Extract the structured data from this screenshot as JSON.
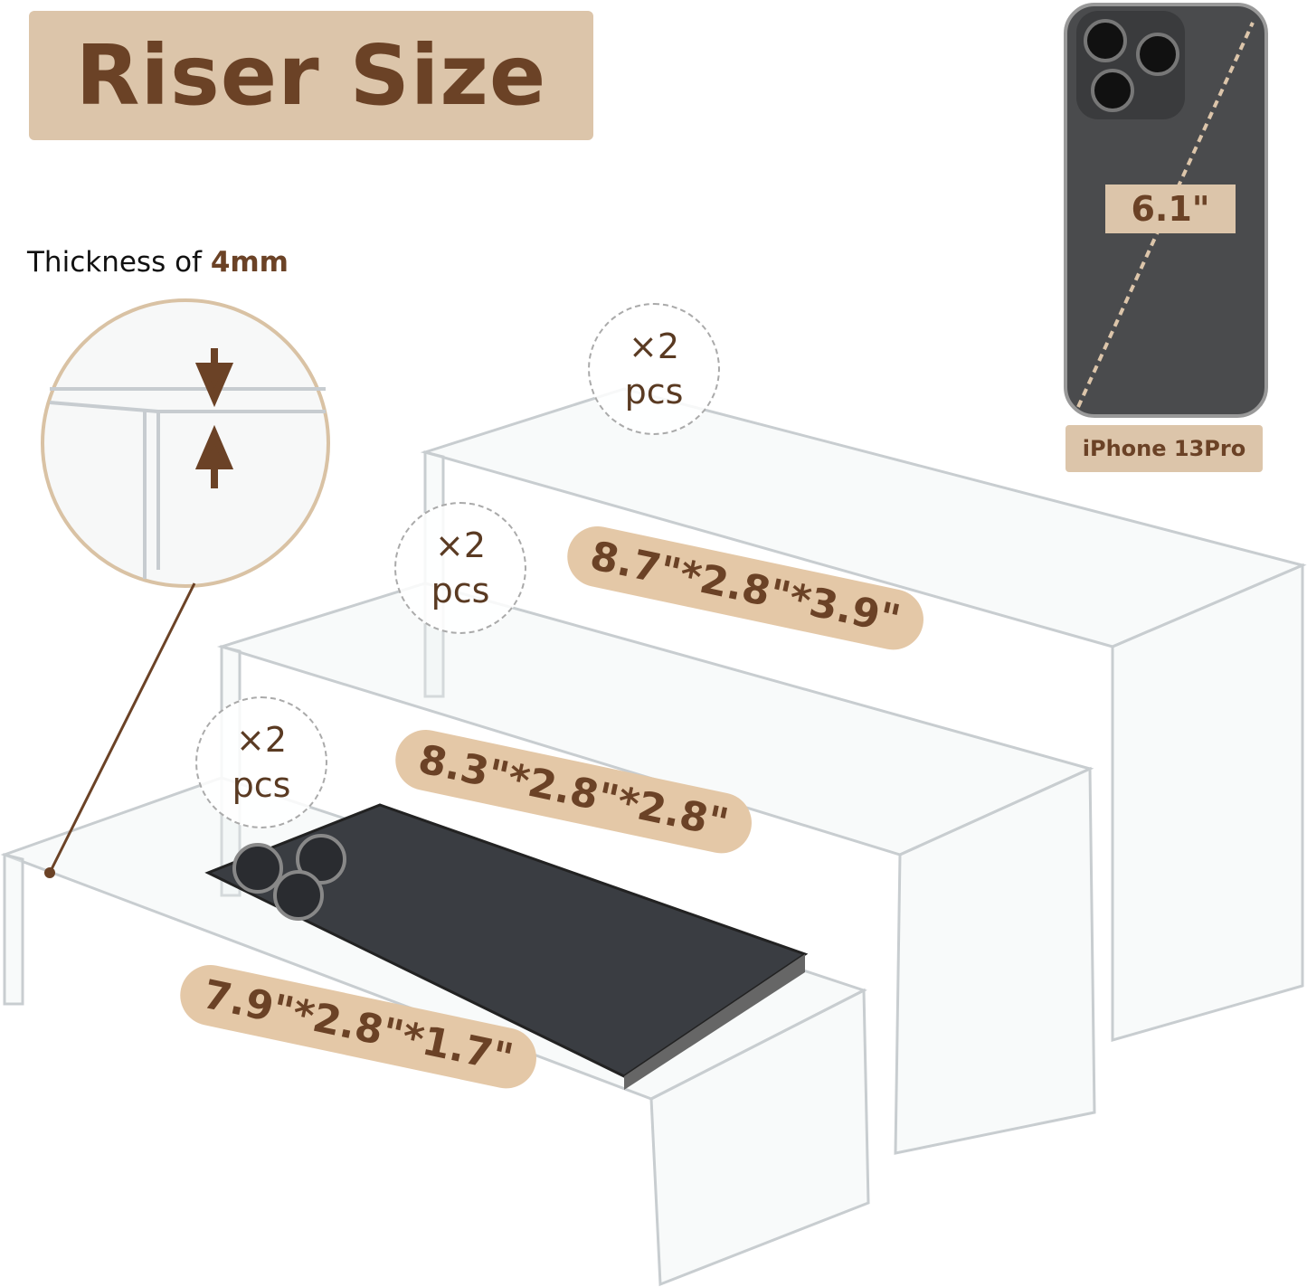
{
  "title": "Riser Size",
  "thickness": {
    "prefix": "Thickness of ",
    "value": "4mm"
  },
  "risers": [
    {
      "qty": "×2",
      "unit": "pcs",
      "size": "8.7\"*2.8\"*3.9\""
    },
    {
      "qty": "×2",
      "unit": "pcs",
      "size": "8.3\"*2.8\"*2.8\""
    },
    {
      "qty": "×2",
      "unit": "pcs",
      "size": "7.9\"*2.8\"*1.7\""
    }
  ],
  "phone": {
    "label": "iPhone 13Pro",
    "diagonal": "6.1\""
  },
  "colors": {
    "accent": "#dcc5aa",
    "text": "#6b4226"
  }
}
